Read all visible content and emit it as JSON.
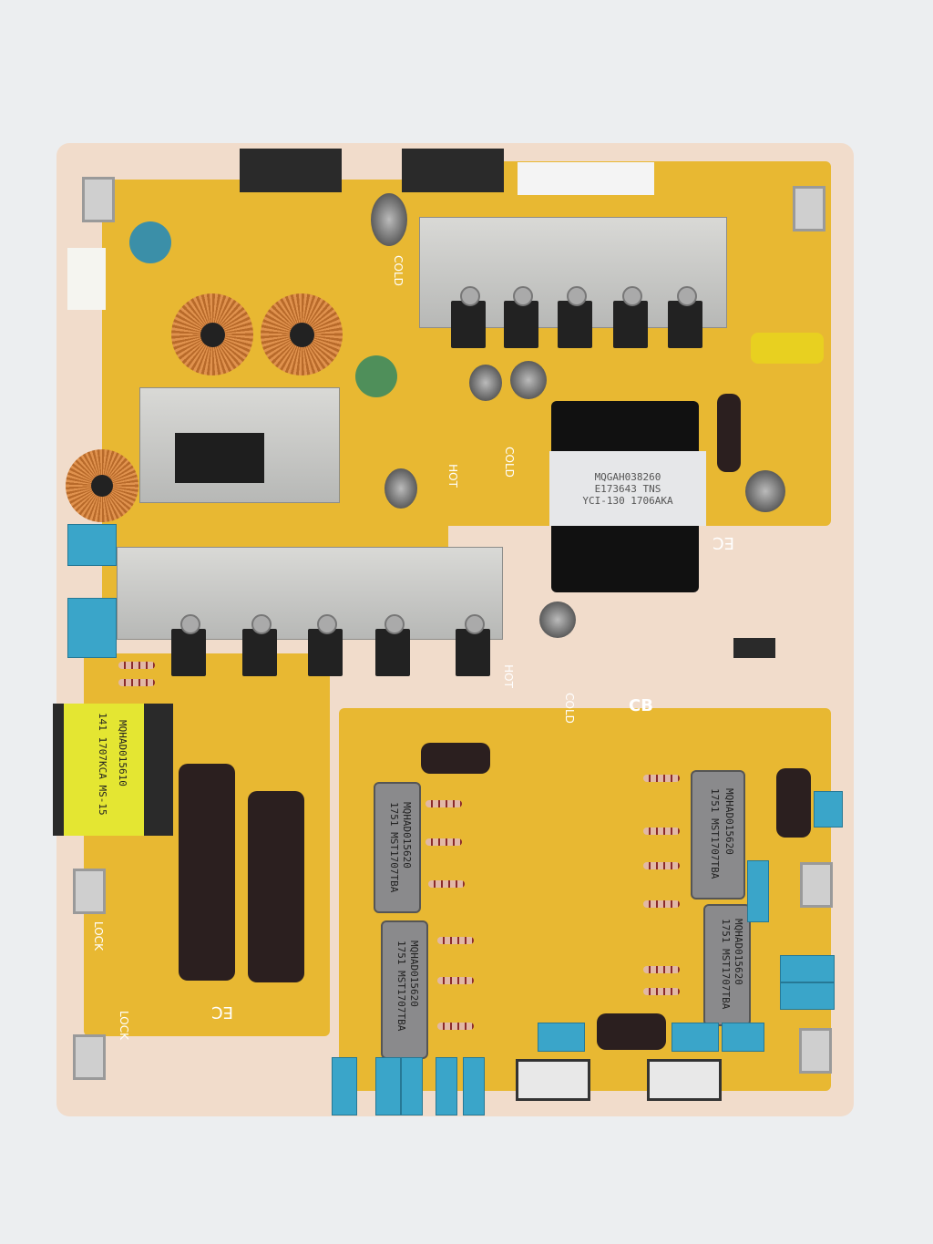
{
  "board": {
    "main_transformer": {
      "line1": "MQGAH038260",
      "line2": "E173643 TNS",
      "line3": "YCI-130 1706AKA"
    },
    "standby_transformer": {
      "line1": "MQHAD015610",
      "line2": "141 1707KCA MS-15"
    },
    "inductor_top": {
      "line1": "MQHAD015620",
      "line2": "1751 MST1707TBA"
    },
    "inductor_left": {
      "line1": "MQHAD015620",
      "line2": "1751 MST1707TBA"
    },
    "inductor_right_top": {
      "line1": "MQHAD015620",
      "line2": "1751 MST1707TBA"
    },
    "inductor_right_bottom": {
      "line1": "MQHAD015620",
      "line2": "1751 MST1707TBA"
    },
    "silk": {
      "hot": "HOT",
      "cold": "COLD",
      "cb": "CB",
      "ec": "EC",
      "lock": "LOCK"
    }
  },
  "colors": {
    "pcb": "#e8b832",
    "board_edge": "#f1dccb",
    "background": "#eceef0"
  }
}
